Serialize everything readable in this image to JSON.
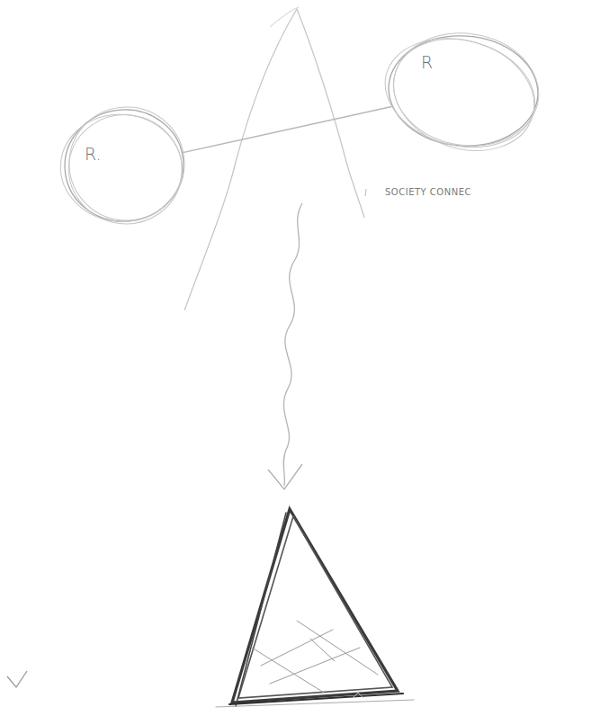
{
  "diagram": {
    "nodes": [
      {
        "text": [
          "R."
        ]
      },
      {
        "text": [
          "R"
        ]
      }
    ],
    "edges": [
      {
        "from": 0,
        "to": 1,
        "arrow": "none"
      }
    ],
    "labels": [
      "SOCIETY CONNEC"
    ]
  }
}
